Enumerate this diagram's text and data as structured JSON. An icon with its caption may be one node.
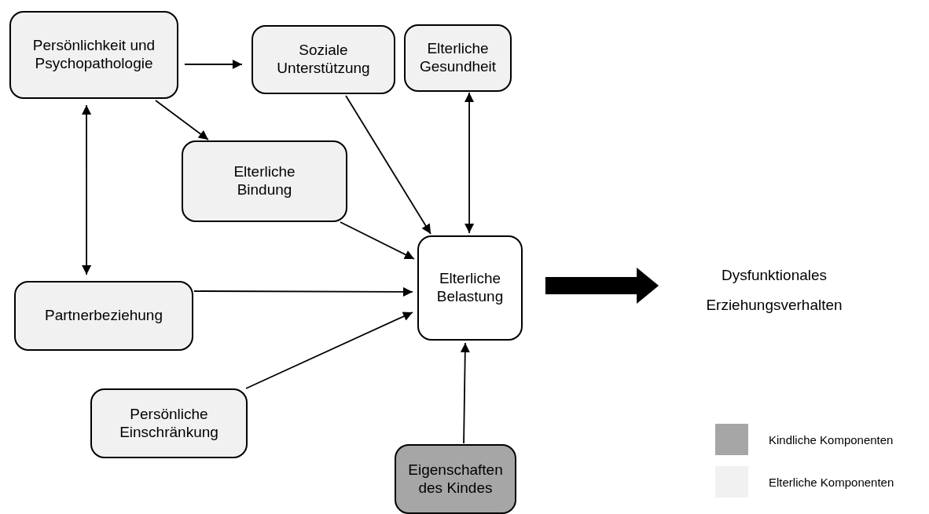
{
  "diagram": {
    "nodes": [
      {
        "text": [
          "Persönlichkeit und Psychopathologie"
        ]
      },
      {
        "text": [
          "Soziale Unterstützung"
        ]
      },
      {
        "text": [
          "Elterliche Gesundheit"
        ]
      },
      {
        "text": [
          "Elterliche Bindung"
        ]
      },
      {
        "text": [
          "Partnerbeziehung"
        ]
      },
      {
        "text": [
          "Elterliche Belastung"
        ]
      },
      {
        "text": [
          "Persönliche Einschränkung"
        ]
      },
      {
        "text": [
          "Eigenschaften des Kindes"
        ]
      },
      {
        "text": [
          "Dysfunktionales Erziehungsverhalten"
        ]
      }
    ],
    "edges": [
      {
        "from": 0,
        "to": 1,
        "arrow": "to"
      },
      {
        "from": 0,
        "to": 3,
        "arrow": "to"
      },
      {
        "from": 0,
        "to": 4,
        "arrow": "both"
      },
      {
        "from": 1,
        "to": 5,
        "arrow": "to"
      },
      {
        "from": 2,
        "to": 5,
        "arrow": "both"
      },
      {
        "from": 3,
        "to": 5,
        "arrow": "to"
      },
      {
        "from": 4,
        "to": 5,
        "arrow": "to"
      },
      {
        "from": 6,
        "to": 5,
        "arrow": "to"
      },
      {
        "from": 7,
        "to": 5,
        "arrow": "to"
      },
      {
        "from": 5,
        "to": 8,
        "arrow": "to",
        "style": "thick"
      }
    ],
    "legend": [
      {
        "text": "Kindliche Komponenten",
        "color": "#a6a6a6"
      },
      {
        "text": "Elterliche Komponenten",
        "color": "#f1f1f1"
      }
    ]
  }
}
